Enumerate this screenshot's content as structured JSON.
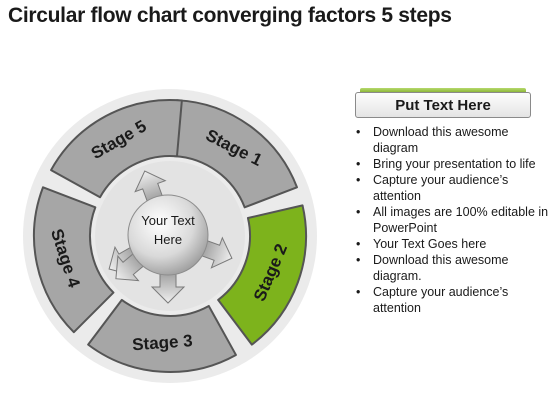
{
  "title": "Circular flow chart converging factors 5 steps",
  "diagram": {
    "stages": [
      {
        "label": "Stage 1"
      },
      {
        "label": "Stage 2",
        "highlight": true
      },
      {
        "label": "Stage 3"
      },
      {
        "label": "Stage 4"
      },
      {
        "label": "Stage 5"
      }
    ],
    "center_text_line1": "Your Text",
    "center_text_line2": "Here",
    "colors": {
      "segment": "#a6a6a6",
      "highlight": "#7db31c"
    }
  },
  "panel": {
    "header": "Put Text Here",
    "bullets": [
      "Download this awesome diagram",
      "Bring your presentation to life",
      "Capture your audience’s attention",
      "All images are 100% editable in PowerPoint",
      "Your Text Goes here",
      "Download this awesome diagram.",
      "Capture your audience’s attention"
    ]
  }
}
